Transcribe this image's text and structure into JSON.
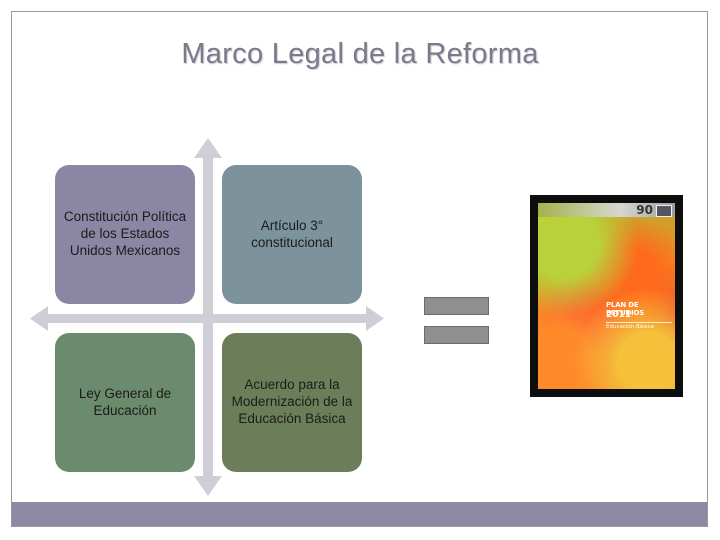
{
  "slide": {
    "title": "Marco Legal de la Reforma"
  },
  "diagram": {
    "boxes": [
      {
        "id": "constitucion",
        "text": "Constitución Política de los Estados Unidos Mexicanos",
        "color": "#8b86a4"
      },
      {
        "id": "articulo",
        "text": "Artículo 3° constitucional",
        "color": "#7c939b"
      },
      {
        "id": "ley",
        "text": "Ley General de Educación",
        "color": "#6a8c6c"
      },
      {
        "id": "acuerdo",
        "text": "Acuerdo para la Modernización de la Educación Básica",
        "color": "#6c7e59"
      }
    ],
    "arrow_color": "#cfcdd6",
    "equals_color": "#8f8f8f"
  },
  "book_cover": {
    "logo": "90",
    "plan_title": "PLAN DE ESTUDIOS",
    "year": "2011",
    "subtitle": "Educación Básica"
  },
  "footer": {
    "bar_color": "#8e8aa6"
  }
}
